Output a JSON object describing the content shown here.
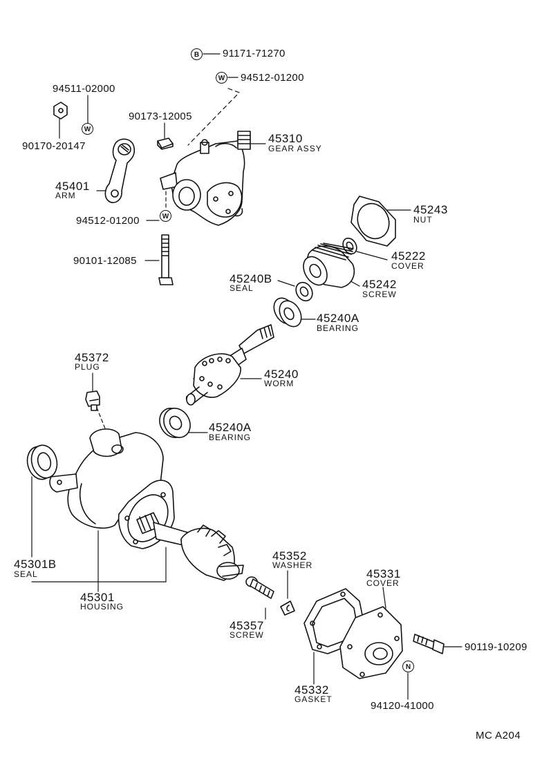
{
  "parts": {
    "p_91171": {
      "number": "91171-71270",
      "marker": "B"
    },
    "p_94512_top": {
      "number": "94512-01200",
      "marker": "W"
    },
    "p_94511": {
      "number": "94511-02000",
      "marker": "W"
    },
    "p_90170": {
      "number": "90170-20147"
    },
    "p_90173": {
      "number": "90173-12005"
    },
    "p_45310": {
      "number": "45310",
      "name": "GEAR ASSY"
    },
    "p_45401": {
      "number": "45401",
      "name": "ARM"
    },
    "p_94512_mid": {
      "number": "94512-01200",
      "marker": "W"
    },
    "p_90101": {
      "number": "90101-12085"
    },
    "p_45243": {
      "number": "45243",
      "name": "NUT"
    },
    "p_45222": {
      "number": "45222",
      "name": "COVER"
    },
    "p_45240B": {
      "number": "45240B",
      "name": "SEAL"
    },
    "p_45242": {
      "number": "45242",
      "name": "SCREW"
    },
    "p_45240A_top": {
      "number": "45240A",
      "name": "BEARING"
    },
    "p_45372": {
      "number": "45372",
      "name": "PLUG"
    },
    "p_45240": {
      "number": "45240",
      "name": "WORM"
    },
    "p_45240A_bot": {
      "number": "45240A",
      "name": "BEARING"
    },
    "p_45301B": {
      "number": "45301B",
      "name": "SEAL"
    },
    "p_45301": {
      "number": "45301",
      "name": "HOUSING"
    },
    "p_45352": {
      "number": "45352",
      "name": "WASHER"
    },
    "p_45331": {
      "number": "45331",
      "name": "COVER"
    },
    "p_45357": {
      "number": "45357",
      "name": "SCREW"
    },
    "p_90119": {
      "number": "90119-10209"
    },
    "p_45332": {
      "number": "45332",
      "name": "GASKET"
    },
    "p_94120": {
      "number": "94120-41000",
      "marker": "N"
    }
  },
  "footer": {
    "code": "MC  A204"
  }
}
